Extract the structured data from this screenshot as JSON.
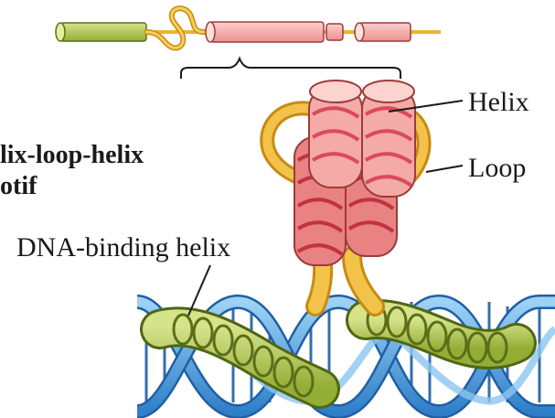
{
  "labels": {
    "helix": "Helix",
    "loop": "Loop",
    "motif_line1": "lix-loop-helix",
    "motif_line2": "otif",
    "dna_binding": "DNA-binding helix"
  },
  "colors": {
    "helix_fill": "#f0a0a0",
    "helix_dark": "#d94a5a",
    "loop_fill": "#f2c24a",
    "loop_edge": "#c98a12",
    "binding_helix": "#a8bf45",
    "binding_helix_dark": "#6f8a1e",
    "dna_backbone": "#3b8fd6",
    "dna_light": "#8cc6f0",
    "text": "#1a1a1a"
  },
  "linear_map": {
    "segments": [
      "green-helix",
      "loop",
      "helix",
      "helix",
      "helix"
    ]
  }
}
